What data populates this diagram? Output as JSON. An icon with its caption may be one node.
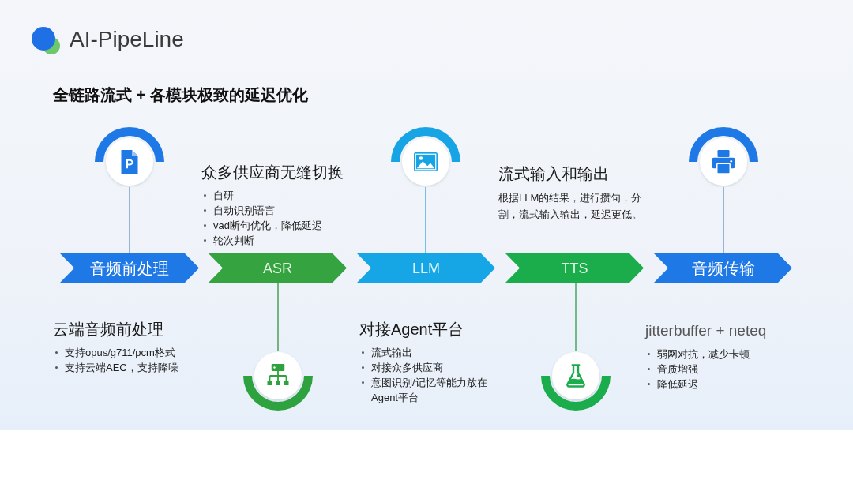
{
  "diagram": {
    "title": "AI-PipeLine",
    "nodes": [
      {
        "text": [
          "音频前处理"
        ],
        "beside": [
          "云端音频前处理",
          "支持opus/g711/pcm格式",
          "支持云端AEC，支持降噪"
        ]
      },
      {
        "text": [
          "ASR"
        ],
        "beside": [
          "众多供应商无缝切换",
          "自研",
          "自动识别语言",
          "vad断句优化，降低延迟",
          "轮次判断"
        ]
      },
      {
        "text": [
          "LLM"
        ],
        "beside": [
          "对接Agent平台",
          "流式输出",
          "对接众多供应商",
          "意图识别/记忆等能力放在Agent平台"
        ]
      },
      {
        "text": [
          "TTS"
        ],
        "beside": [
          "流式输入和输出",
          "根据LLM的结果，进行攒句，分割，流式输入输出，延迟更低。"
        ]
      },
      {
        "text": [
          "音频传输"
        ],
        "beside": [
          "jitterbuffer + neteq",
          "弱网对抗，减少卡顿",
          "音质增强",
          "降低延迟"
        ]
      },
      {
        "text": [],
        "shape": "circle"
      },
      {
        "text": [],
        "shape": "circle"
      },
      {
        "text": [],
        "shape": "circle"
      },
      {
        "text": [],
        "shape": "circle"
      },
      {
        "text": [],
        "shape": "circle"
      }
    ],
    "edges": [
      {
        "from": 5,
        "to": 0,
        "arrow": "none",
        "color": "#7a9fc9"
      },
      {
        "from": 1,
        "to": 6,
        "arrow": "none",
        "color": "#4d9f57"
      },
      {
        "from": 7,
        "to": 2,
        "arrow": "none",
        "color": "#4ab0de"
      },
      {
        "from": 3,
        "to": 8,
        "arrow": "none",
        "color": "#45a862"
      },
      {
        "from": 9,
        "to": 4,
        "arrow": "none",
        "color": "#7a9fc9"
      }
    ],
    "labels": [
      "全链路流式 + 各模块极致的延迟优化"
    ]
  }
}
